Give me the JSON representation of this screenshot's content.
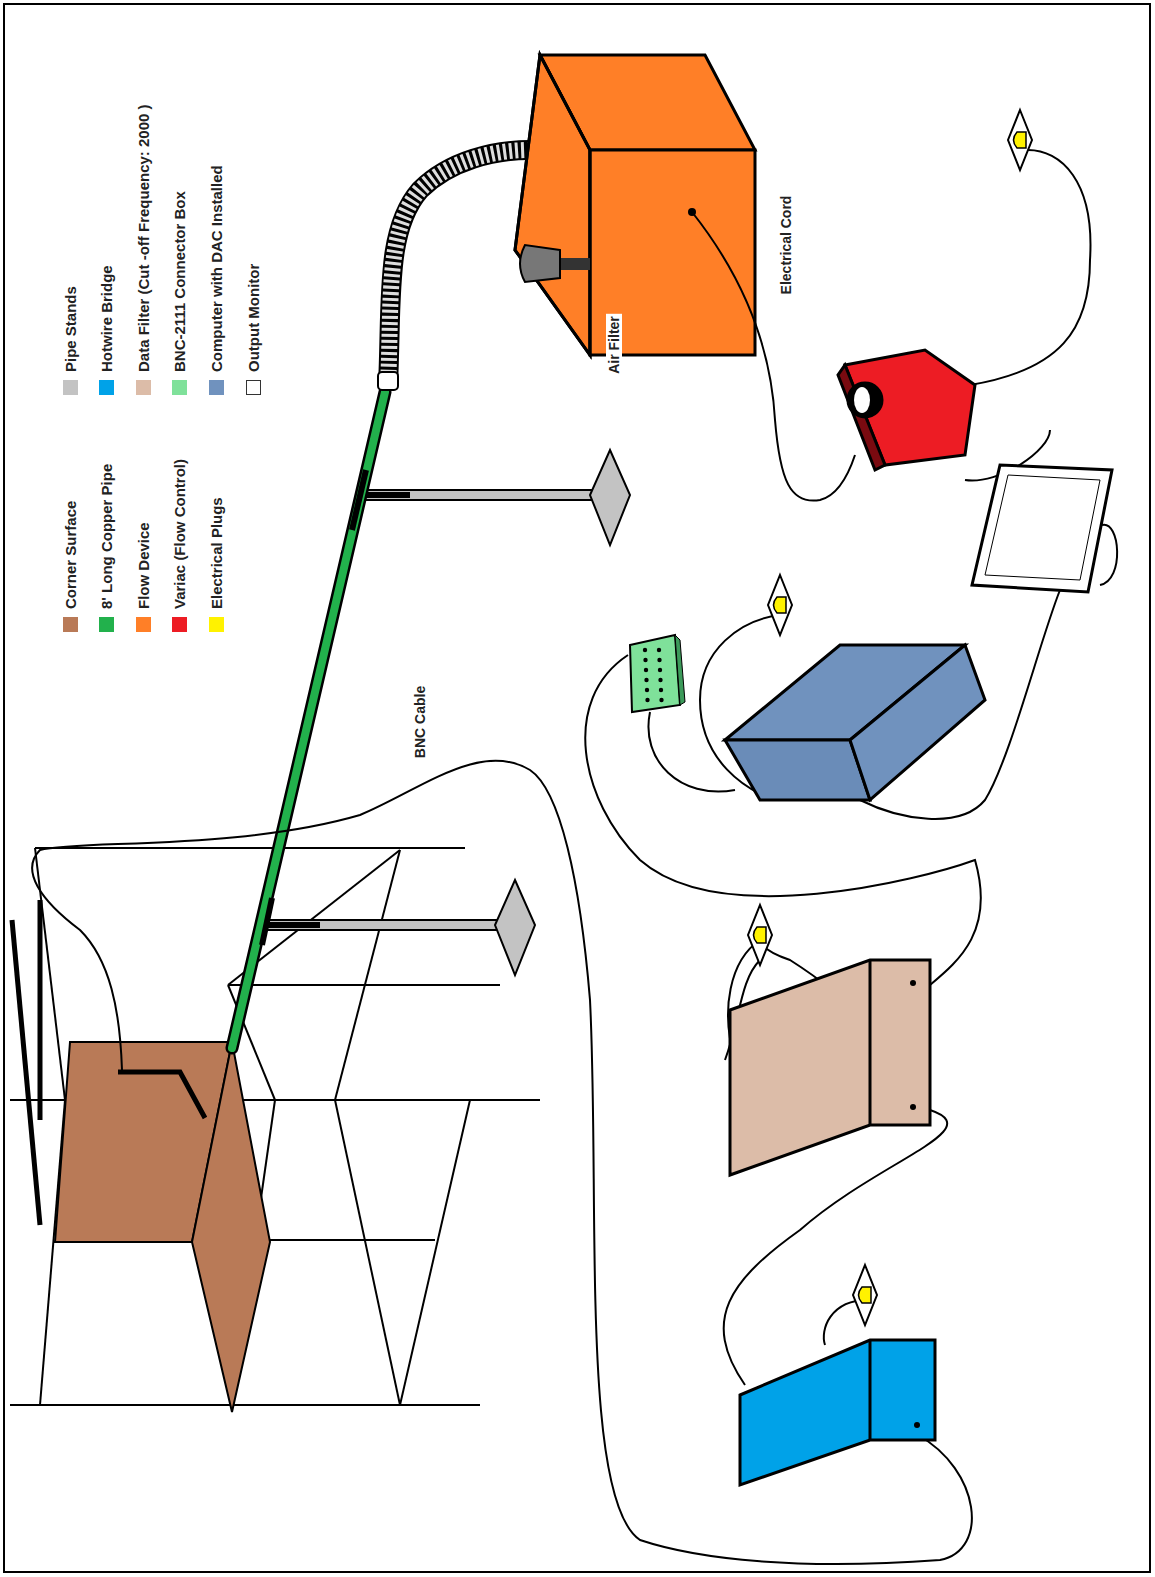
{
  "diagram": {
    "labels": [
      "BNC Cable",
      "Air Filter",
      "Electrical Cord"
    ],
    "legend": [
      {
        "text": "Corner Surface",
        "color": "#b97a57"
      },
      {
        "text": "8' Long Copper Pipe",
        "color": "#22b14c"
      },
      {
        "text": "Flow Device",
        "color": "#ff7f27"
      },
      {
        "text": "Variac (Flow Control)",
        "color": "#ed1c24"
      },
      {
        "text": "Electrical Plugs",
        "color": "#fff200"
      },
      {
        "text": "Pipe Stands",
        "color": "#c3c3c3"
      },
      {
        "text": "Hotwire Bridge",
        "color": "#00a2e8"
      },
      {
        "text": "Data Filter (Cut -off Frequency: 2000 )",
        "color": "#dcbca8"
      },
      {
        "text": "BNC-2111 Connector Box",
        "color": "#7fe19a"
      },
      {
        "text": "Computer with DAC Installed",
        "color": "#7092be"
      },
      {
        "text": "Output Monitor",
        "color": "#ffffff"
      }
    ]
  }
}
